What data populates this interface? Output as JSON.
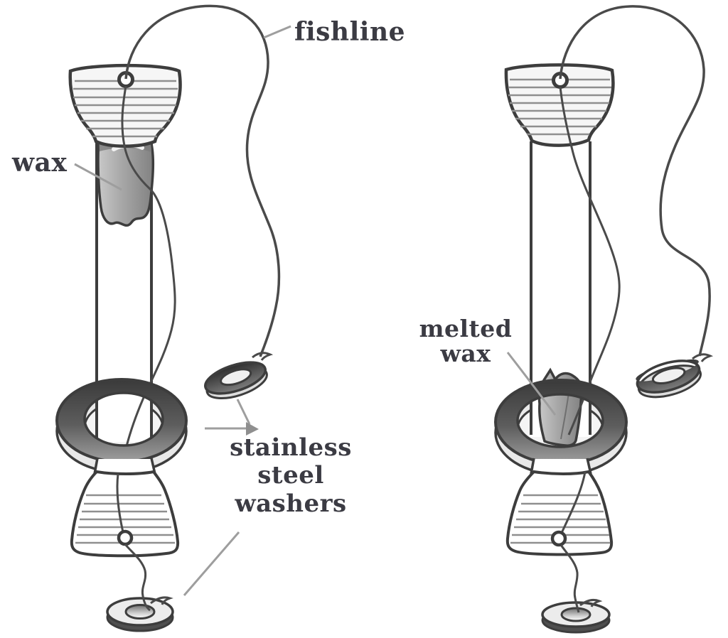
{
  "figure": {
    "description": "Two hand-drawn apparatus diagrams: a rod with top and bottom stoppers, fishline threaded through holes, a large stainless steel washer around the rod, and small washer handles. Left setup shows wax at the top of the rod; right setup shows the melted wax fallen onto the large washer.",
    "background": "#ffffff",
    "labels": {
      "fishline": "fishline",
      "wax": "wax",
      "melted_wax": "melted\nwax",
      "stainless_steel_washers": "stainless\nsteel\nwashers"
    },
    "colors": {
      "ink": "#3d3d3d",
      "line": "#4a4a4a",
      "text": "#3b3b43",
      "hatch": "#8f8f8f",
      "leader": "#9e9e9e",
      "washer_dark": "#3a3a3a",
      "washer_light": "#9f9f9f",
      "wax_fill": "#a6a6a6"
    }
  }
}
